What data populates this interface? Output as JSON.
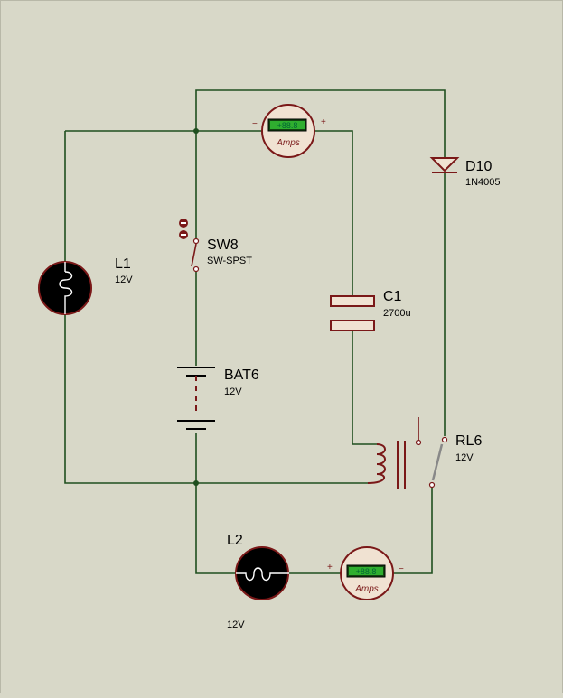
{
  "components": {
    "L1": {
      "ref": "L1",
      "value": "12V"
    },
    "L2": {
      "ref": "L2",
      "value": "12V"
    },
    "SW8": {
      "ref": "SW8",
      "value": "SW-SPST"
    },
    "BAT6": {
      "ref": "BAT6",
      "value": "12V"
    },
    "C1": {
      "ref": "C1",
      "value": "2700u"
    },
    "D10": {
      "ref": "D10",
      "value": "1N4005"
    },
    "RL6": {
      "ref": "RL6",
      "value": "12V"
    }
  },
  "ammeters": [
    {
      "display": "+88.8",
      "unit": "Amps",
      "pin_left": "−",
      "pin_right": "+"
    },
    {
      "display": "+88.8",
      "unit": "Amps",
      "pin_left": "+",
      "pin_right": "−"
    }
  ],
  "colors": {
    "background": "#d8d8c8",
    "wire": "#1f4f1f",
    "component": "#7a1818",
    "lamp_body": "#000000",
    "meter_face": "#f0e2d2",
    "meter_display": "#2fae2f"
  }
}
